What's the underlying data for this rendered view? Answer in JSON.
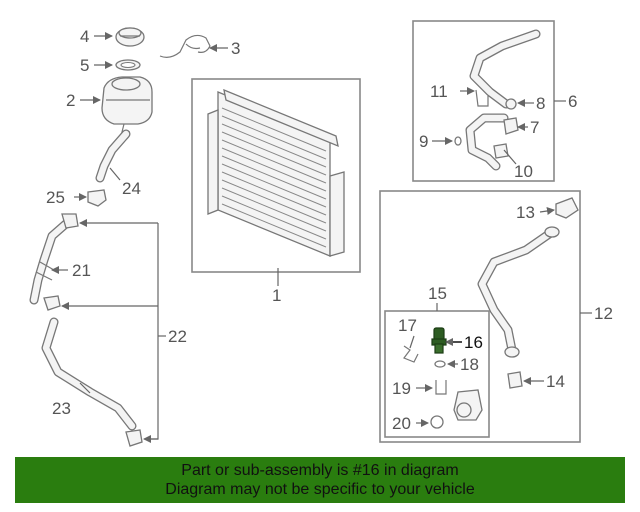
{
  "diagram": {
    "callouts": {
      "c1": "1",
      "c2": "2",
      "c3": "3",
      "c4": "4",
      "c5": "5",
      "c6": "6",
      "c7": "7",
      "c8": "8",
      "c9": "9",
      "c10": "10",
      "c11": "11",
      "c12": "12",
      "c13": "13",
      "c14": "14",
      "c15": "15",
      "c16": "16",
      "c17": "17",
      "c18": "18",
      "c19": "19",
      "c20": "20",
      "c21": "21",
      "c22": "22",
      "c23": "23",
      "c24": "24",
      "c25": "25"
    },
    "highlighted_part": "16"
  },
  "banner": {
    "line1": "Part or sub-assembly is #16 in diagram",
    "line2": "Diagram may not be specific to your vehicle",
    "color": "#2a7d0f"
  }
}
